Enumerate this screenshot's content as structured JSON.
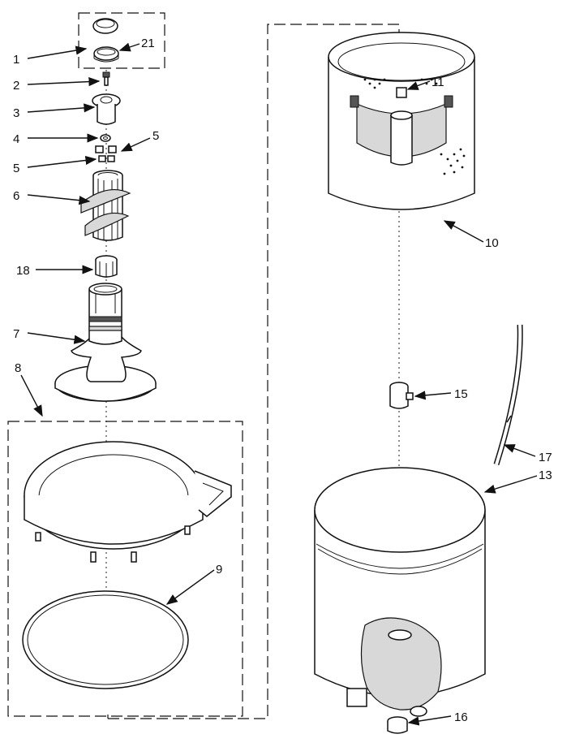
{
  "labels": {
    "p1": "1",
    "p21": "21",
    "p2": "2",
    "p3": "3",
    "p4": "4",
    "p5a": "5",
    "p5b": "5",
    "p6": "6",
    "p18": "18",
    "p7": "7",
    "p8": "8",
    "p9": "9",
    "p10": "10",
    "p11": "11",
    "p15": "15",
    "p17": "17",
    "p13": "13",
    "p16": "16"
  }
}
